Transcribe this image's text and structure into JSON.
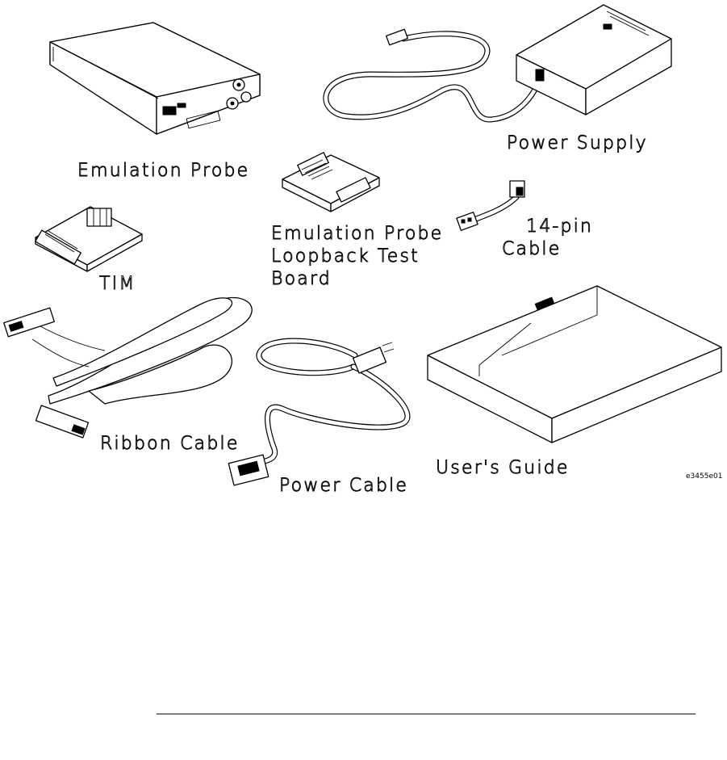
{
  "labels": {
    "emulation_probe": "Emulation Probe",
    "power_supply": "Power Supply",
    "loopback_line1": "Emulation Probe",
    "loopback_line2": "Loopback Test",
    "loopback_line3": "Board",
    "cable14_line1": "14-pin",
    "cable14_line2": "Cable",
    "tim": "TIM",
    "ribbon_cable": "Ribbon Cable",
    "power_cable": "Power Cable",
    "users_guide": "User's Guide"
  },
  "figure_code": "e3455e01"
}
